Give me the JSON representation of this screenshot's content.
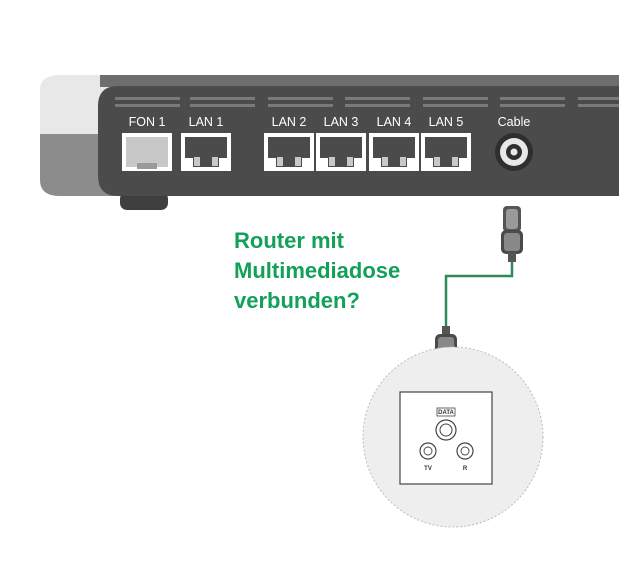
{
  "router": {
    "ports": [
      {
        "label": "FON 1",
        "type": "phone"
      },
      {
        "label": "LAN 1",
        "type": "lan"
      },
      {
        "label": "LAN 2",
        "type": "lan"
      },
      {
        "label": "LAN 3",
        "type": "lan"
      },
      {
        "label": "LAN 4",
        "type": "lan"
      },
      {
        "label": "LAN 5",
        "type": "lan"
      },
      {
        "label": "Cable",
        "type": "coax"
      }
    ]
  },
  "question": {
    "lines": [
      "Router mit",
      "Multimediadose",
      "verbunden?"
    ]
  },
  "wall_socket": {
    "labels": {
      "data": "DATA",
      "tv": "TV",
      "radio": "R"
    }
  },
  "colors": {
    "router_body": "#4b4b4b",
    "router_top": "#6e6e6e",
    "router_cap": "#e9e9e9",
    "accent_green": "#13a05a",
    "cable_green": "#2e8b57",
    "socket_bg": "#eeeeee"
  }
}
